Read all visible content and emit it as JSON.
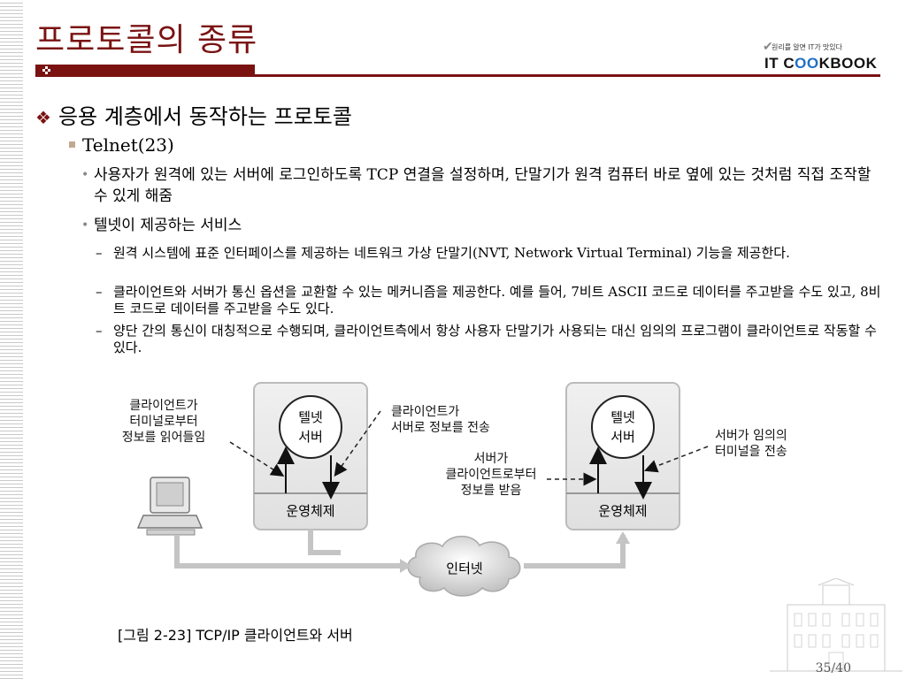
{
  "title": "프로토콜의 종류",
  "logo": {
    "tagline": "원리를 알면 IT가 맛있다",
    "brand_left": "IT C",
    "brand_oo": "OO",
    "brand_right": "KBOOK"
  },
  "level1": "응용 계층에서 동작하는 프로토콜",
  "level2": "Telnet(23)",
  "bullets": [
    "사용자가 원격에 있는 서버에 로그인하도록 TCP 연결을 설정하며, 단말기가 원격 컴퓨터 바로 옆에 있는 것처럼 직접 조작할 수 있게 해줌",
    "텔넷이 제공하는 서비스"
  ],
  "dashes": [
    "원격 시스템에 표준 인터페이스를 제공하는 네트워크 가상 단말기(NVT, Network Virtual Terminal) 기능을 제공한다.",
    "클라이언트와 서버가 통신 옵션을 교환할 수 있는 메커니즘을 제공한다. 예를 들어, 7비트 ASCII 코드로 데이터를 주고받을 수도 있고, 8비트 코드로 데이터를 주고받을 수도 있다.",
    "양단 간의 통신이 대칭적으로 수행되며, 클라이언트측에서 항상 사용자 단말기가 사용되는 대신 임의의 프로그램이 클라이언트로 작동할 수 있다."
  ],
  "figure": {
    "left_box": {
      "server_line1": "텔넷",
      "server_line2": "서버",
      "os": "운영체제"
    },
    "right_box": {
      "server_line1": "텔넷",
      "server_line2": "서버",
      "os": "운영체제"
    },
    "cloud": "인터넷",
    "label_client_reads": [
      "클라이언트가",
      "터미널로부터",
      "정보를 읽어들임"
    ],
    "label_client_sends": [
      "클라이언트가",
      "서버로 정보를 전송"
    ],
    "label_server_receives": [
      "서버가",
      "클라이언트로부터",
      "정보를 받음"
    ],
    "label_server_sends": [
      "서버가 임의의",
      "터미널을 전송"
    ]
  },
  "caption": "[그림 2-23] TCP/IP 클라이언트와 서버",
  "page_number": "35/40"
}
